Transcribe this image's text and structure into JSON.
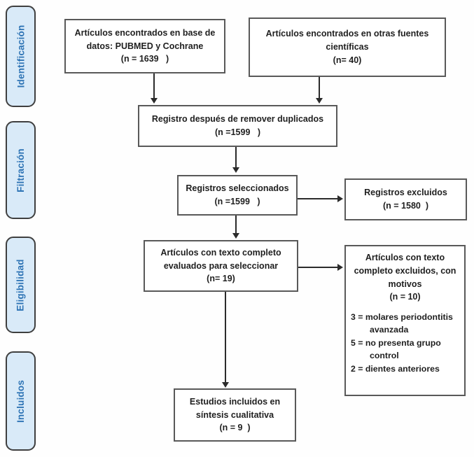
{
  "diagram": {
    "stages": [
      {
        "label": "Identificación"
      },
      {
        "label": "Filtración"
      },
      {
        "label": "Eligibilidad"
      },
      {
        "label": "Incluidos"
      }
    ],
    "nodes": {
      "databases": {
        "lines": [
          "Artículos encontrados en base de",
          "datos: PUBMED y Cochrane",
          "(n = 1639   )"
        ]
      },
      "other_sources": {
        "lines": [
          "Artículos encontrados en otras fuentes",
          "científicas",
          "(n= 40)"
        ]
      },
      "after_duplicates": {
        "lines": [
          "Registro después de remover duplicados",
          "(n =1599   )"
        ]
      },
      "screened": {
        "lines": [
          "Registros seleccionados",
          "(n =1599   )"
        ]
      },
      "records_excluded": {
        "lines": [
          "Registros excluidos",
          "(n = 1580  )"
        ]
      },
      "fulltext_assessed": {
        "lines": [
          "Artículos con texto completo",
          "evaluados para seleccionar",
          "(n= 19)"
        ]
      },
      "fulltext_excluded": {
        "title_lines": [
          "Artículos con texto",
          "completo excluidos, con",
          "motivos",
          "(n = 10)"
        ],
        "reasons": [
          "3 = molares periodontitis avanzada",
          "5 = no presenta grupo control",
          "2 = dientes anteriores"
        ]
      },
      "included_studies": {
        "lines": [
          "Estudios incluidos en",
          "síntesis cualitativa",
          "(n = 9  )"
        ]
      }
    }
  },
  "colors": {
    "stage_fill": "#d9eaf8",
    "stage_border": "#3f3f3f",
    "stage_text": "#2e74b5",
    "box_border": "#595959",
    "arrow": "#2b2b2b"
  }
}
